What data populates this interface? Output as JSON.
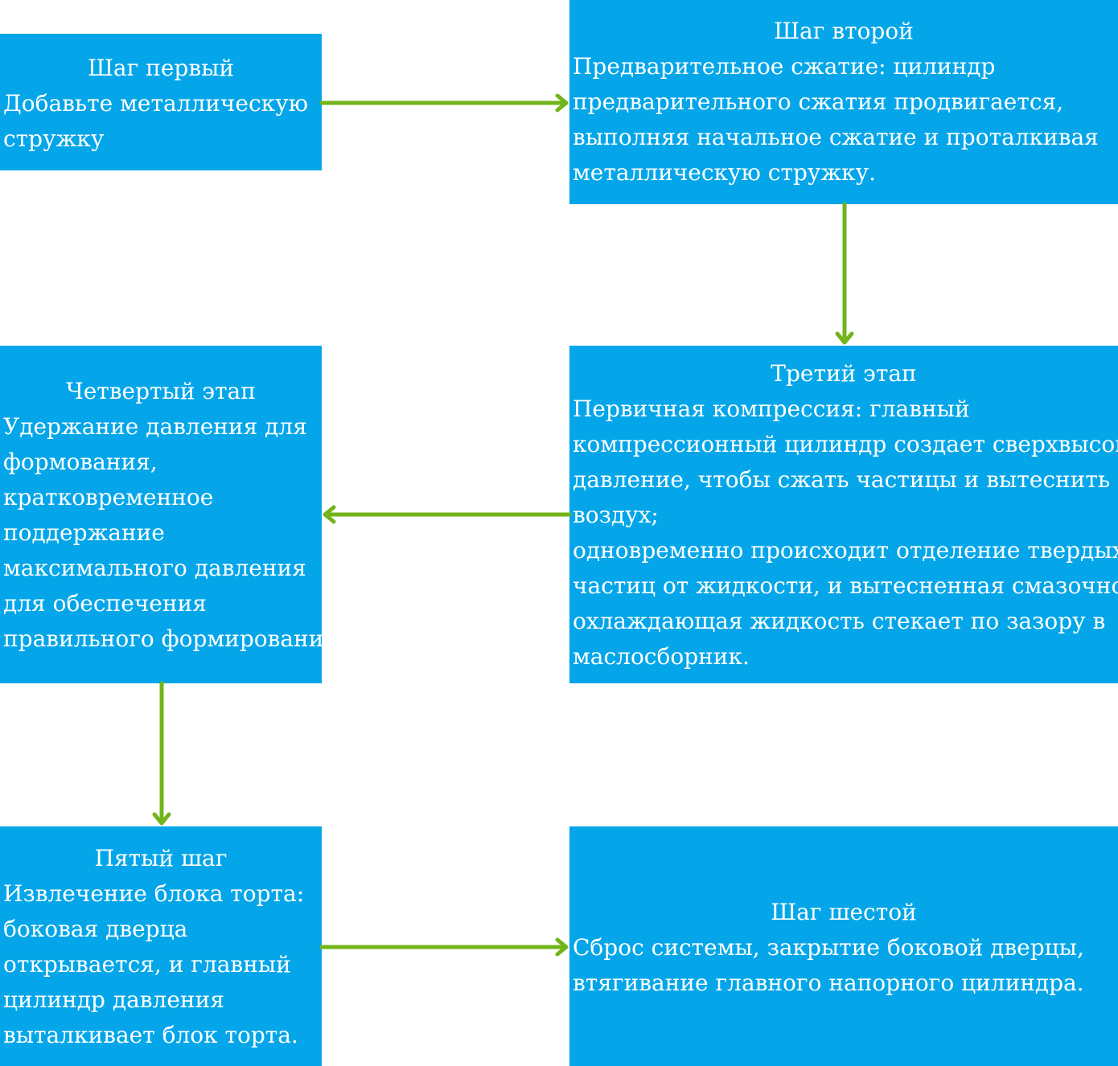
{
  "colors": {
    "box_fill": "#04a6e9",
    "box_text": "#ffffff",
    "arrow": "#72b51a",
    "background": "#ffffff"
  },
  "steps": [
    {
      "title": "Шаг первый",
      "lines": [
        "Добавьте металлическую",
        "стружку"
      ]
    },
    {
      "title": "Шаг второй",
      "lines": [
        "Предварительное сжатие: цилиндр",
        "предварительного сжатия продвигается,",
        "выполняя начальное сжатие и проталкивая",
        "металлическую стружку."
      ]
    },
    {
      "title": "Третий этап",
      "lines": [
        "Первичная компрессия: главный",
        "компрессионный цилиндр создает сверхвысокое",
        "давление, чтобы сжать частицы и вытеснить",
        "воздух;",
        "одновременно происходит отделение твердых",
        "частиц от жидкости, и вытесненная смазочно-",
        "охлаждающая жидкость стекает по зазору в",
        "маслосборник."
      ]
    },
    {
      "title": "Четвертый этап",
      "lines": [
        "Удержание давления для",
        "формования,",
        "кратковременное",
        "поддержание",
        "максимального давления",
        "для обеспечения",
        "правильного формирования."
      ]
    },
    {
      "title": "Пятый шаг",
      "lines": [
        "Извлечение блока торта:",
        "боковая дверца",
        "открывается, и главный",
        "цилиндр давления",
        "выталкивает блок торта."
      ]
    },
    {
      "title": "Шаг шестой",
      "lines": [
        "Сброс системы, закрытие боковой дверцы,",
        "втягивание главного напорного цилиндра."
      ]
    }
  ],
  "flow": [
    {
      "from": 1,
      "to": 2
    },
    {
      "from": 2,
      "to": 3
    },
    {
      "from": 3,
      "to": 4
    },
    {
      "from": 4,
      "to": 5
    },
    {
      "from": 5,
      "to": 6
    }
  ]
}
